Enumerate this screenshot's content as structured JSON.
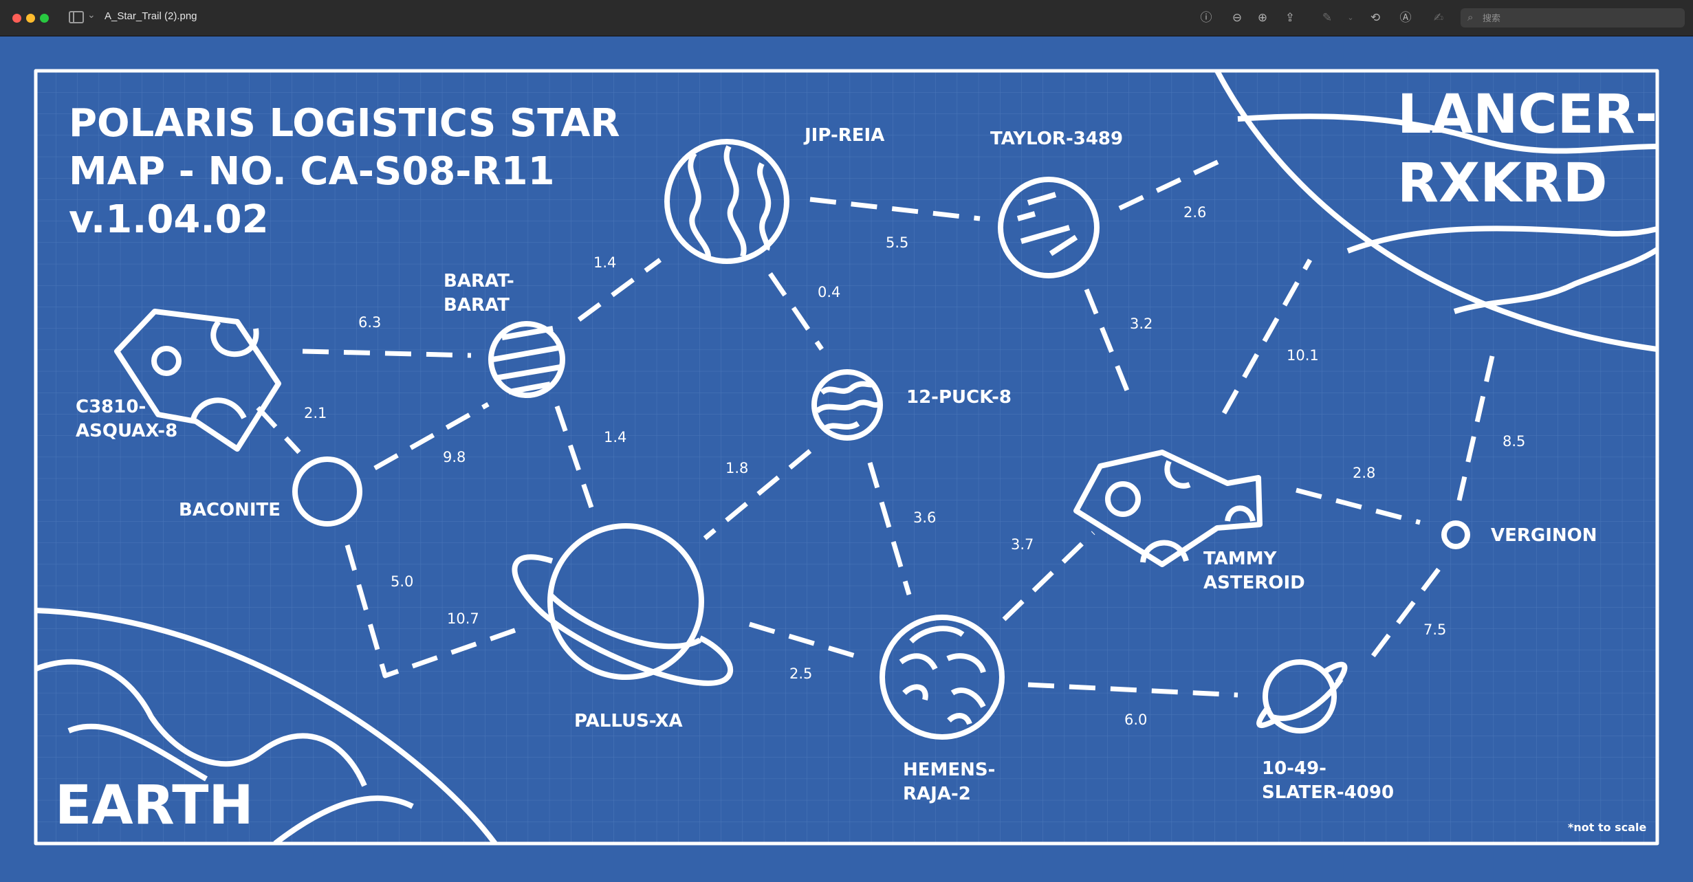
{
  "window": {
    "filename": "A_Star_Trail (2).png",
    "search_placeholder": "搜索"
  },
  "toolbar": {
    "icons": [
      "info-icon",
      "zoom-out-icon",
      "zoom-in-icon",
      "share-icon",
      "markup-pen-icon",
      "rotate-icon",
      "annotate-icon",
      "signature-icon",
      "search-icon"
    ]
  },
  "map": {
    "title_lines": [
      "POLARIS LOGISTICS STAR",
      "MAP - NO. CA-S08-R11",
      "v.1.04.02"
    ],
    "corner_label_lines": [
      "LANCER-",
      "RXKRD"
    ],
    "earth_label": "EARTH",
    "footnote": "*not to scale",
    "colors": {
      "background": "#3462aa",
      "line": "#ffffff",
      "grid": "#4b78ba"
    },
    "bodies": {
      "c3810": [
        "C3810-",
        "ASQUAX-8"
      ],
      "baconite": [
        "BACONITE"
      ],
      "barat": [
        "BARAT-",
        "BARAT"
      ],
      "jip_reia": [
        "JIP-REIA"
      ],
      "taylor": [
        "TAYLOR-3489"
      ],
      "puck": [
        "12-PUCK-8"
      ],
      "pallus": [
        "PALLUS-XA"
      ],
      "hemens": [
        "HEMENS-",
        "RAJA-2"
      ],
      "tammy": [
        "TAMMY",
        "ASTEROID"
      ],
      "verginon": [
        "VERGINON"
      ],
      "slater": [
        "10-49-",
        "SLATER-4090"
      ]
    },
    "distances": {
      "c3810_barat": "6.3",
      "c3810_baconite": "2.1",
      "baconite_barat": "9.8",
      "barat_jip": "1.4",
      "barat_pallus": "1.4",
      "baconite_corner": "5.0",
      "corner_pallus": "10.7",
      "jip_taylor": "5.5",
      "jip_puck": "0.4",
      "taylor_lancer": "2.6",
      "taylor_tammy": "3.2",
      "tammy_lancer": "10.1",
      "pallus_puck": "1.8",
      "puck_hemens": "3.6",
      "pallus_hemens": "2.5",
      "hemens_tammy": "3.7",
      "hemens_slater": "6.0",
      "tammy_verginon": "2.8",
      "lancer_verginon": "8.5",
      "verginon_slater": "7.5"
    }
  }
}
